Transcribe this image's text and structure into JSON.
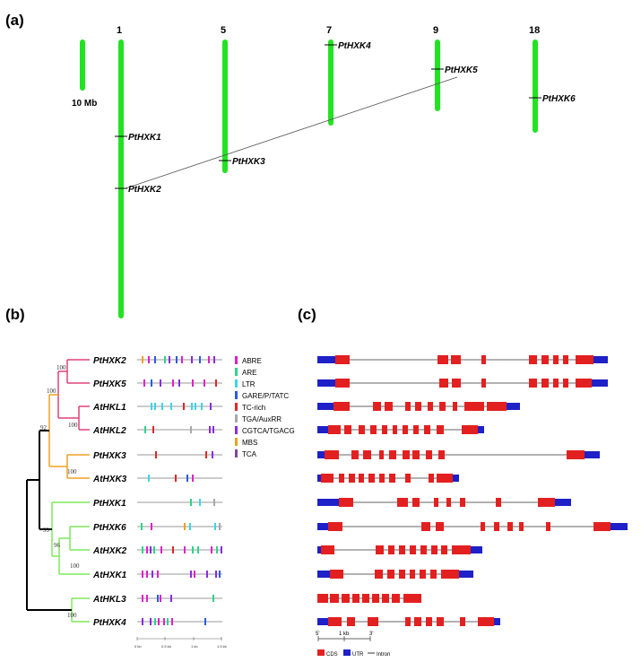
{
  "panels": {
    "a": "(a)",
    "b": "(b)",
    "c": "(c)"
  },
  "panel_a": {
    "scale_label": "10 Mb",
    "chromosomes": [
      {
        "name": "1"
      },
      {
        "name": "5"
      },
      {
        "name": "7"
      },
      {
        "name": "9"
      },
      {
        "name": "18"
      }
    ],
    "genes": [
      "PtHXK1",
      "PtHXK2",
      "PtHXK3",
      "PtHXK4",
      "PtHXK5",
      "PtHXK6"
    ],
    "duplication_pairs": [
      [
        "PtHXK2",
        "PtHXK5"
      ]
    ],
    "colors": {
      "chromosome": "#22e322",
      "link": "#555555"
    }
  },
  "panel_b": {
    "bootstrap": [
      "100",
      "100",
      "100",
      "92",
      "100",
      "99",
      "96",
      "100",
      "100"
    ],
    "taxa": [
      "PtHXK2",
      "PtHXK5",
      "AtHKL1",
      "AtHKL2",
      "PtHXK3",
      "AtHXK3",
      "PtHXK1",
      "PtHXK6",
      "AtHXK2",
      "AtHXK1",
      "AtHKL3",
      "PtHXK4"
    ],
    "legend": [
      {
        "name": "ABRE",
        "color": "#e020c8"
      },
      {
        "name": "ARE",
        "color": "#2ed48a"
      },
      {
        "name": "LTR",
        "color": "#3ad6e6"
      },
      {
        "name": "GARE/P/TATC",
        "color": "#2a5be0"
      },
      {
        "name": "TC-rich",
        "color": "#e02828"
      },
      {
        "name": "TGA/AuxRR",
        "color": "#a8a8a8"
      },
      {
        "name": "CGTCA/TGACG",
        "color": "#8a2be2"
      },
      {
        "name": "MBS",
        "color": "#f0a020"
      },
      {
        "name": "TCA",
        "color": "#7a4aa0"
      }
    ],
    "axis_ticks": [
      "0 kb",
      "0.5 kb",
      "1 kb",
      "1.5 kb"
    ],
    "colors": {
      "clade1": "#e0407a",
      "clade2": "#f0a020",
      "clade3": "#7ee85a",
      "root": "#000000"
    }
  },
  "panel_c": {
    "scale_label": "1 kb",
    "scale_ends": [
      "5'",
      "3'"
    ],
    "legend": [
      {
        "name": "CDS",
        "color": "#e32020"
      },
      {
        "name": "UTR",
        "color": "#1e20c8"
      },
      {
        "name": "Intron",
        "color": "#000000"
      }
    ]
  }
}
